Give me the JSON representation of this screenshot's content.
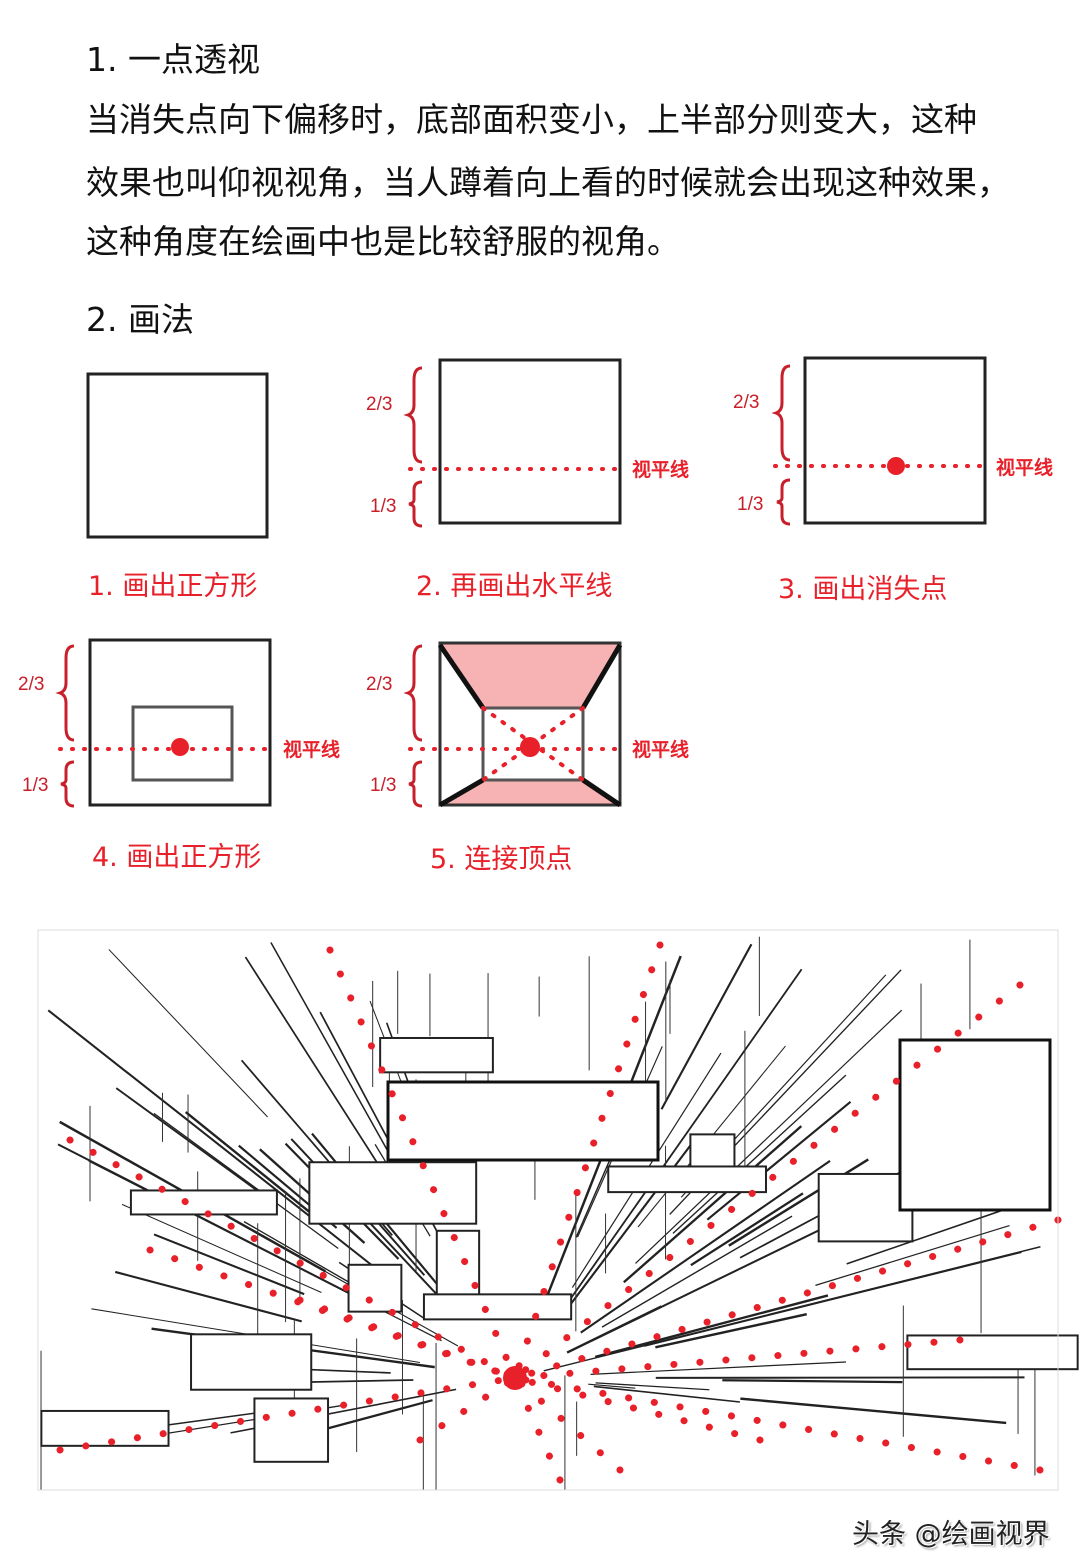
{
  "section1": {
    "heading": "1. 一点透视",
    "lines": [
      "当消失点向下偏移时，底部面积变小，上半部分则变大，这种",
      "效果也叫仰视视角，当人蹲着向上看的时候就会出现这种效果，",
      "这种角度在绘画中也是比较舒服的视角。"
    ]
  },
  "section2": {
    "heading": "2. 画法"
  },
  "diagram": {
    "ratio_top": "2/3",
    "ratio_bottom": "1/3",
    "horizon_label": "视平线",
    "steps": [
      "1. 画出正方形",
      "2. 再画出水平线",
      "3.  画出消失点",
      "4. 画出正方形",
      "5. 连接顶点"
    ]
  },
  "colors": {
    "accent": "#e8202a",
    "fill": "#f7b3b3",
    "text": "#111111"
  },
  "watermark": "头条 @绘画视界"
}
